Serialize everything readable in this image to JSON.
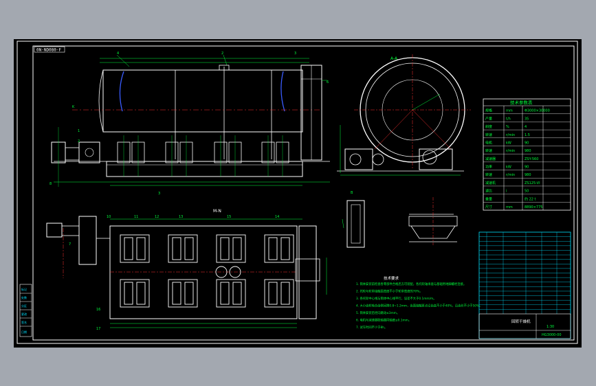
{
  "window": {
    "background": "#a3a8b0",
    "sheet_background": "#000000"
  },
  "colors": {
    "frame": "#ffffff",
    "geometry": "#ffffff",
    "dimension": "#00ff3c",
    "centerline": "#ff3030",
    "hidden": "#00c8ff",
    "accent": "#ffff00",
    "rotor": "#3a5cff",
    "table": "#00e0ff"
  },
  "drawing": {
    "corner_label": "0N-ND080-F",
    "dim_top": "4",
    "dim_top2": "2",
    "dim_top3": "3",
    "dim_right": "6",
    "end_view_label": "A-A",
    "section_label_b": "B",
    "section_label_k": "K",
    "dim_1": "1",
    "dim_2": "2",
    "dim_3": "3",
    "dim_7": "7",
    "dim_8": "8",
    "plan_label": "M-N",
    "plan_numbers": [
      "10",
      "11",
      "12",
      "13",
      "15",
      "14",
      "16",
      "17"
    ]
  },
  "spec_table": {
    "title": "技术参数表",
    "rows": [
      {
        "name": "规格",
        "unit": "mm",
        "value": "Φ3000×30000"
      },
      {
        "name": "产量",
        "unit": "t/h",
        "value": "35"
      },
      {
        "name": "斜度",
        "unit": "%",
        "value": "4"
      },
      {
        "name": "转速",
        "unit": "r/min",
        "value": "1.5"
      },
      {
        "name": "电机",
        "unit": "kW",
        "value": "90"
      },
      {
        "name": "转速",
        "unit": "r/min",
        "value": "980"
      },
      {
        "name": "减速器",
        "unit": "",
        "value": "ZSY-560"
      },
      {
        "name": "功率",
        "unit": "kW",
        "value": "90"
      },
      {
        "name": "转速",
        "unit": "r/min",
        "value": "980"
      },
      {
        "name": "减速机",
        "unit": "",
        "value": "ZS125-VI"
      },
      {
        "name": "速比",
        "unit": "i",
        "value": "50"
      },
      {
        "name": "重量",
        "unit": "",
        "value": "约 22 t"
      },
      {
        "name": "尺寸",
        "unit": "mm",
        "value": "8890×775"
      }
    ]
  },
  "notes": {
    "title": "技术要求",
    "lines": [
      "1. 筒体安装前检查各零部件合格后方可装配，各托轮轴承座与基础用地脚螺栓连接。",
      "2. 托轮与轮带接触面宽度不小于轮带宽度的70%。",
      "3. 各托轮中心线与筒体中心线平行，误差不大于0.1mm/m。",
      "4. 大小齿轮啮合齿侧间隙0.8~1.2mm，齿面接触斑点沿齿高不小于40%，沿齿长不小于50%。",
      "5. 筒体安装后径向跳动≤3mm。",
      "6. 电机与减速器联轴器同轴度≤0.1mm。",
      "7. 试车时间不少于8h。"
    ]
  },
  "parts_table": {
    "rows": 18,
    "title_label": "回转干燥机",
    "scale": "1:30",
    "drawing_no": "HG3000-00"
  },
  "left_strip": [
    "标记",
    "处数",
    "分区",
    "更改",
    "签名",
    "日期"
  ]
}
